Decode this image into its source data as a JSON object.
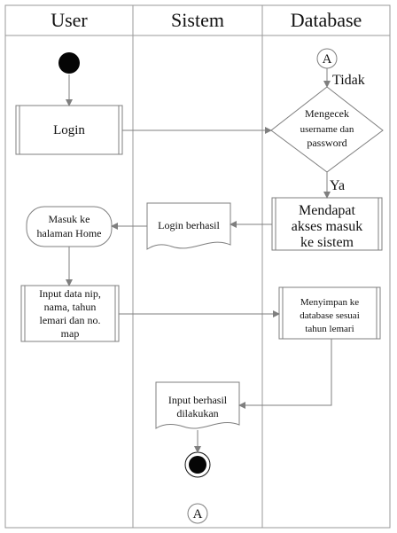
{
  "lanes": [
    {
      "title": "User"
    },
    {
      "title": "Sistem"
    },
    {
      "title": "Database"
    }
  ],
  "connector_label": "A",
  "conditions": {
    "no": "Tidak",
    "yes": "Ya"
  },
  "nodes": {
    "login": "Login",
    "check": [
      "Mengecek",
      "username dan",
      "password"
    ],
    "access": [
      "Mendapat",
      "akses masuk",
      "ke sistem"
    ],
    "login_success": "Login berhasil",
    "home": [
      "Masuk ke",
      "halaman Home"
    ],
    "input_data": [
      "Input data nip,",
      "nama, tahun",
      "lemari dan no.",
      "map"
    ],
    "save": [
      "Menyimpan ke",
      "database sesuai",
      "tahun lemari"
    ],
    "input_success": [
      "Input berhasil",
      "dilakukan"
    ]
  }
}
